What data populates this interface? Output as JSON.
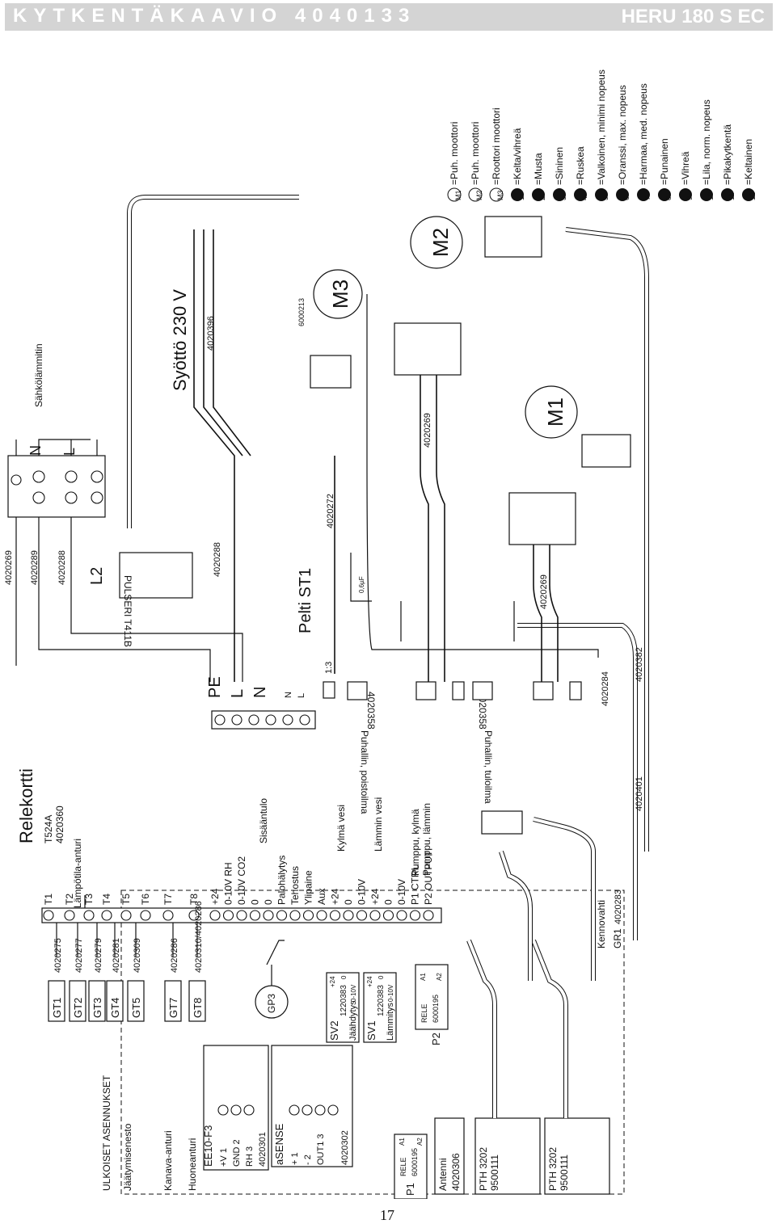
{
  "header": {
    "title": "KYTKENTÄKAAVIO 4040133",
    "model": "HERU 180 S EC"
  },
  "page_number": "17",
  "relay_board": {
    "title": "Relekortti",
    "part": "T524A",
    "part_code": "4020360",
    "temp_sensor_group": "Lämpötila-anturi",
    "temp_terminals": [
      "T1",
      "T2",
      "T3",
      "T4",
      "T5",
      "T6",
      "T7",
      "T8"
    ],
    "io_labels": [
      "+24",
      "0-10V RH",
      "0-10V CO2",
      "0",
      "0",
      "Palohälytys",
      "Tehostus",
      "Ylipaine",
      "Aux",
      "+24",
      "0",
      "0-10V",
      "+24",
      "0",
      "0-10V",
      "P1 CTRL",
      "P2 OUTPUT"
    ],
    "group_labels": [
      "Sisääntulo",
      "Kylmä vesi",
      "Lämmin vesi",
      "Pumppu, kylmä",
      "Pumppu, lämmin"
    ],
    "power_terminals": [
      "PE",
      "L",
      "N",
      "N",
      "L"
    ],
    "fan_exhaust": "Puhallin, poistoilma",
    "fan_supply": "Puhallin, tuloilma",
    "fan_connector_code": "4020358",
    "fan_connector_code_2": "4020358",
    "ratio": "1:3"
  },
  "external": {
    "group_title": "ULKOISET ASENNUKSET",
    "frost": "Jäätymisenesto",
    "duct_sensor": "Kanava-anturi",
    "room_sensor": "Huoneanturi",
    "sensors": [
      {
        "id": "GT1",
        "code": "4020275"
      },
      {
        "id": "GT2",
        "code": "4020277"
      },
      {
        "id": "GT3",
        "code": "4020279"
      },
      {
        "id": "GT4",
        "code": "4020281"
      },
      {
        "id": "GT5",
        "code": "4020309"
      },
      {
        "id": "GT7",
        "code": "4020286"
      },
      {
        "id": "GT8",
        "code": "4020310/4020286"
      }
    ],
    "ee10": {
      "title": "EE10-F3",
      "rows": [
        "+V 1",
        "GND 2",
        "RH 3"
      ],
      "code": "4020301"
    },
    "asense": {
      "title": "aSENSE",
      "rows": [
        "+ 1",
        "- 2",
        "OUT1 3"
      ],
      "code": "4020302"
    },
    "gp3": "GP3",
    "sv2": {
      "title": "SV2",
      "code": "1220383",
      "label": "Jäähdytys",
      "range": "0-10V",
      "p24": "+24",
      "p0": "0"
    },
    "sv1": {
      "title": "SV1",
      "code": "1220383",
      "label": "Lämmitys",
      "range": "0-10V",
      "p24": "+24",
      "p0": "0"
    },
    "p1": {
      "title": "P1",
      "rele": "RELE",
      "code": "6000195",
      "a1": "A1",
      "a2": "A2"
    },
    "p2": {
      "title": "P2",
      "rele": "RELE",
      "code": "6000195",
      "a1": "A1",
      "a2": "A2"
    },
    "antenna": {
      "title": "Antenni",
      "code": "4020306"
    },
    "pth1": {
      "title": "PTH 3202",
      "code": "9500111"
    },
    "pth2": {
      "title": "PTH 3202",
      "code": "9500111"
    },
    "kennovahti": "Kennovahti",
    "gr1": "GR1",
    "gr1_code": "4020283"
  },
  "cables": {
    "c4020269": "4020269",
    "c4020289": "4020289",
    "c4020288": "4020288",
    "c4020288b": "4020288",
    "c4020396": "4020396",
    "c4020272": "4020272",
    "c4020269b": "4020269",
    "c4020269c": "4020269",
    "c4020284": "4020284",
    "c4020382": "4020382",
    "c4020401": "4020401",
    "c6000213": "6000213"
  },
  "mains": {
    "title": "Syöttö 230 V",
    "heater": "Sähkölämmitin",
    "heater_term": "PULSERI T411B",
    "l2": "L2",
    "n": "N",
    "l": "L"
  },
  "damper": {
    "title": "Pelti ST1",
    "cap": "0,6µF"
  },
  "motors": {
    "m1": "M1",
    "m2": "M2",
    "m3": "M3"
  },
  "legend": [
    {
      "badge": "M1",
      "text": "=Puh. moottori"
    },
    {
      "badge": "M2",
      "text": "=Puh. moottori"
    },
    {
      "badge": "M3",
      "text": "=Roottori moottori"
    },
    {
      "badge": "1",
      "text": "=Kelta/vihreä"
    },
    {
      "badge": "2",
      "text": "=Musta"
    },
    {
      "badge": "3",
      "text": "=Sininen"
    },
    {
      "badge": "4",
      "text": "=Ruskea"
    },
    {
      "badge": "5",
      "text": "=Valkoinen, minimi nopeus"
    },
    {
      "badge": "6",
      "text": "=Oranssi, max. nopeus"
    },
    {
      "badge": "7",
      "text": "=Harmaa, med. nopeus"
    },
    {
      "badge": "8",
      "text": "=Punainen"
    },
    {
      "badge": "9",
      "text": "=Vihreä"
    },
    {
      "badge": "10",
      "text": "=Lila, norm. nopeus"
    },
    {
      "badge": "11",
      "text": "=Pikakytkentä"
    },
    {
      "badge": "12",
      "text": "=Keltainen"
    }
  ]
}
